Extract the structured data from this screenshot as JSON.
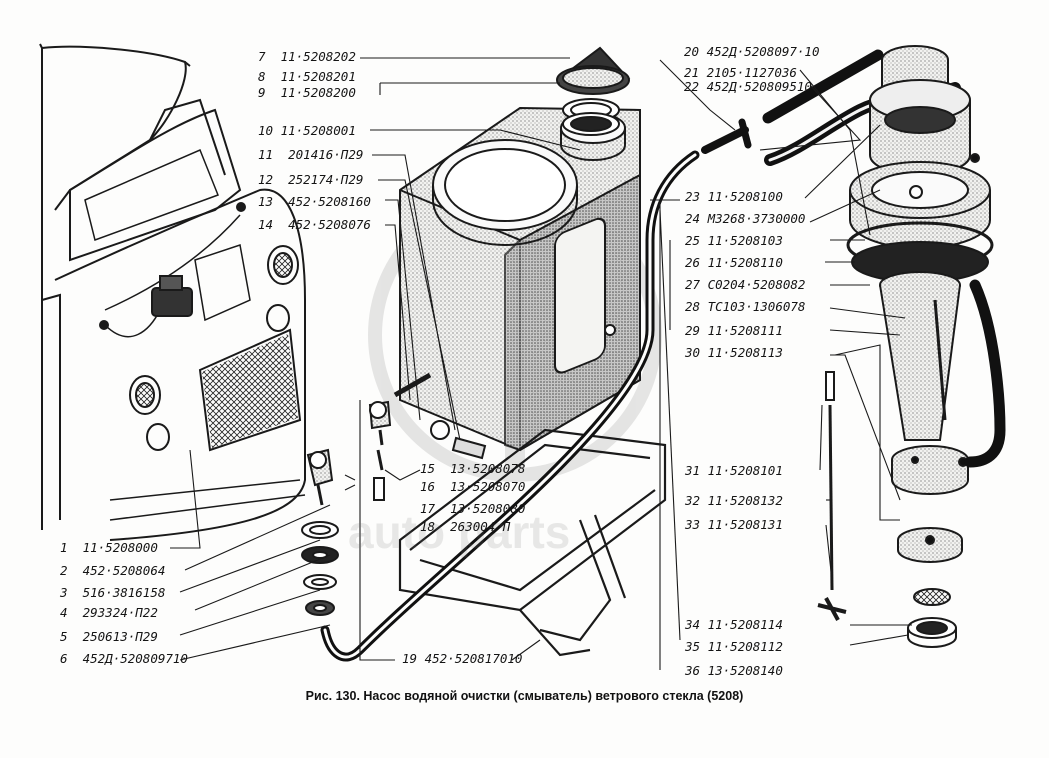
{
  "caption": "Рис. 130. Насос водяной очистки (смыватель) ветрового стекла (5208)",
  "parts": [
    {
      "no": "1",
      "code": "11·5208000"
    },
    {
      "no": "2",
      "code": "452·5208064"
    },
    {
      "no": "3",
      "code": "516·3816158"
    },
    {
      "no": "4",
      "code": "293324·П22"
    },
    {
      "no": "5",
      "code": "250613·П29"
    },
    {
      "no": "6",
      "code": "452Д·520809710"
    },
    {
      "no": "7",
      "code": "11·5208202"
    },
    {
      "no": "8",
      "code": "11·5208201"
    },
    {
      "no": "9",
      "code": "11·5208200"
    },
    {
      "no": "10",
      "code": "11·5208001"
    },
    {
      "no": "11",
      "code": "201416·П29"
    },
    {
      "no": "12",
      "code": "252174·П29"
    },
    {
      "no": "13",
      "code": "452·5208160"
    },
    {
      "no": "14",
      "code": "452·5208076"
    },
    {
      "no": "15",
      "code": "13·5208078"
    },
    {
      "no": "16",
      "code": "13·5208070"
    },
    {
      "no": "17",
      "code": "13·5208080"
    },
    {
      "no": "18",
      "code": "263004·П"
    },
    {
      "no": "19",
      "code": "452·520817010"
    },
    {
      "no": "20",
      "code": "452Д·5208097·10"
    },
    {
      "no": "21",
      "code": "2105·1127036"
    },
    {
      "no": "22",
      "code": "452Д·520809510"
    },
    {
      "no": "23",
      "code": "11·5208100"
    },
    {
      "no": "24",
      "code": "М3268·3730000"
    },
    {
      "no": "25",
      "code": "11·5208103"
    },
    {
      "no": "26",
      "code": "11·5208110"
    },
    {
      "no": "27",
      "code": "С0204·5208082"
    },
    {
      "no": "28",
      "code": "ТС103·1306078"
    },
    {
      "no": "29",
      "code": "11·5208111"
    },
    {
      "no": "30",
      "code": "11·5208113"
    },
    {
      "no": "31",
      "code": "11·5208101"
    },
    {
      "no": "32",
      "code": "11·5208132"
    },
    {
      "no": "33",
      "code": "11·5208131"
    },
    {
      "no": "34",
      "code": "11·5208114"
    },
    {
      "no": "35",
      "code": "11·5208112"
    },
    {
      "no": "36",
      "code": "13·5208140"
    }
  ],
  "watermark": "auto parts"
}
